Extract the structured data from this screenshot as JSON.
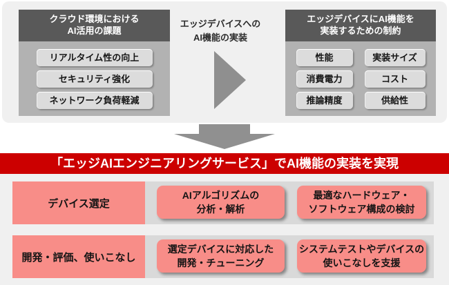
{
  "top": {
    "left_box": {
      "title_lines": [
        "クラウド環境における",
        "AI活用の課題"
      ],
      "items": [
        "リアルタイム性の向上",
        "セキュリティ強化",
        "ネットワーク負荷軽減"
      ]
    },
    "flow": {
      "label_lines": [
        "エッジデバイスへの",
        "AI機能の実装"
      ]
    },
    "right_box": {
      "title_lines": [
        "エッジデバイスにAI機能を",
        "実装するための制約"
      ],
      "rows": [
        {
          "left": "性能",
          "right": "実装サイズ"
        },
        {
          "left": "消費電力",
          "right": "コスト"
        },
        {
          "left": "推論精度",
          "right": "供給性"
        }
      ]
    }
  },
  "banner": {
    "text": "「エッジAIエンジニアリングサービス」でAI機能の実装を実現"
  },
  "bottom": {
    "rows": [
      {
        "category": "デバイス選定",
        "cards": [
          {
            "lines": [
              "AIアルゴリズムの",
              "分析・解析"
            ]
          },
          {
            "lines": [
              "最適なハードウェア・",
              "ソフトウェア構成の検討"
            ]
          }
        ]
      },
      {
        "category": "開発・評価、使いこなし",
        "cards": [
          {
            "lines": [
              "選定デバイスに対応した",
              "開発・チューニング"
            ]
          },
          {
            "lines": [
              "システムテストやデバイスの",
              "使いこなしを支援"
            ]
          }
        ]
      }
    ]
  },
  "colors": {
    "accent_red": "#cc0000",
    "pink": "#f88d88",
    "header_dark_gray": "#595959",
    "box_body_gray": "#b2b2b2",
    "pill_gray": "#dcdcdc",
    "band_gray": "#d9d9d9",
    "panel_gray": "#f0f0f0",
    "arrow_gray": "#909090"
  }
}
